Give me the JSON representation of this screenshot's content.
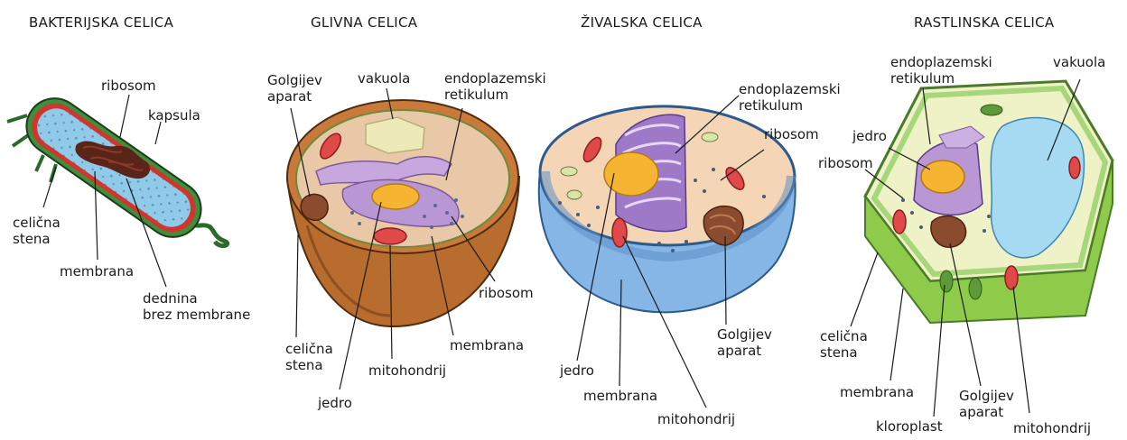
{
  "panels": [
    {
      "title": "BAKTERIJSKA CELICA",
      "labels": {
        "ribosom": "ribosom",
        "kapsula": "kapsula",
        "celicna_stena": [
          "celična",
          "stena"
        ],
        "membrana": "membrana",
        "dednina": [
          "dednina",
          "brez membrane"
        ]
      }
    },
    {
      "title": "GLIVNA CELICA",
      "labels": {
        "golgi": [
          "Golgijev",
          "aparat"
        ],
        "vakuola": "vakuola",
        "er": [
          "endoplazemski",
          "retikulum"
        ],
        "ribosom": "ribosom",
        "membrana": "membrana",
        "celicna_stena": [
          "celična",
          "stena"
        ],
        "mitohondrij": "mitohondrij",
        "jedro": "jedro"
      }
    },
    {
      "title": "ŽIVALSKA CELICA",
      "labels": {
        "er": [
          "endoplazemski",
          "retikulum"
        ],
        "ribosom": "ribosom",
        "golgi": [
          "Golgijev",
          "aparat"
        ],
        "jedro": "jedro",
        "membrana": "membrana",
        "mitohondrij": "mitohondrij"
      }
    },
    {
      "title": "RASTLINSKA CELICA",
      "labels": {
        "er": [
          "endoplazemski",
          "retikulum"
        ],
        "vakuola": "vakuola",
        "jedro": "jedro",
        "ribosom": "ribosom",
        "celicna_stena": [
          "celična",
          "stena"
        ],
        "membrana": "membrana",
        "kloroplast": "kloroplast",
        "golgi": [
          "Golgijev",
          "aparat"
        ],
        "mitohondrij": "mitohondrij"
      }
    }
  ]
}
